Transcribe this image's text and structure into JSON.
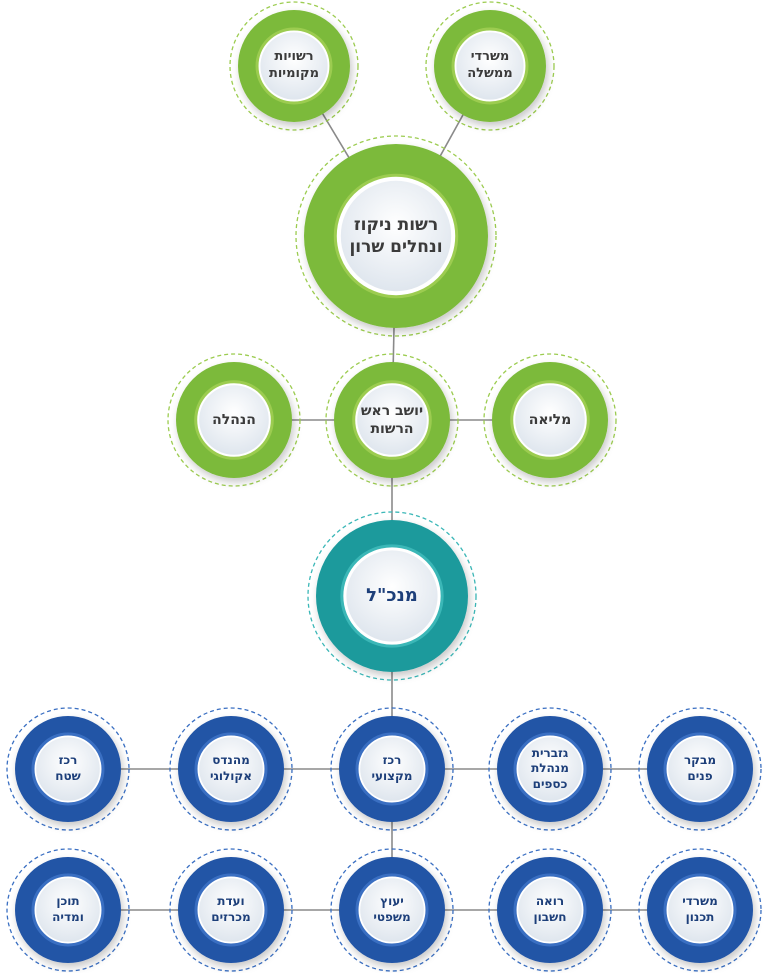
{
  "nodes": {
    "misrdei_memshala": {
      "label": "משרדי\nממשלה",
      "color": "green"
    },
    "reshuyot_mekomiyot": {
      "label": "רשויות\nמקומיות",
      "color": "green"
    },
    "rashut": {
      "label": "רשות ניקוז\nונחלים שרון",
      "color": "green"
    },
    "hanhala": {
      "label": "הנהלה",
      "color": "green"
    },
    "yoshev_rosh": {
      "label": "יושב ראש\nהרשות",
      "color": "green"
    },
    "melia": {
      "label": "מליאה",
      "color": "green"
    },
    "mankal": {
      "label": "מנכ\"ל",
      "color": "teal"
    },
    "rakaz_shetach": {
      "label": "רכז\nשטח",
      "color": "blue"
    },
    "mehandes_ekologi": {
      "label": "מהנדס\nאקולוגי",
      "color": "blue"
    },
    "rakaz_miktzoi": {
      "label": "רכז\nמקצועי",
      "color": "blue"
    },
    "gizbarit": {
      "label": "גזברית\nמנהלת\nכספים",
      "color": "blue"
    },
    "mevaker_pnim": {
      "label": "מבקר\nפנים",
      "color": "blue"
    },
    "tochen_media": {
      "label": "תוכן\nומדיה",
      "color": "blue"
    },
    "vaadat_michrazim": {
      "label": "ועדת\nמכרזים",
      "color": "blue"
    },
    "yeutz_mishpati": {
      "label": "יעוץ\nמשפטי",
      "color": "blue"
    },
    "roe_cheshbon": {
      "label": "רואה\nחשבון",
      "color": "blue"
    },
    "misrdei_tichnun": {
      "label": "משרדי\nתכנון",
      "color": "blue"
    }
  },
  "colors": {
    "green_outer": "#7cba3b",
    "green_ring": "#9ccc50",
    "teal_outer": "#1a9a9c",
    "teal_ring": "#3bb7b7",
    "blue_outer": "#2254a6",
    "blue_ring": "#3a6fc2",
    "inner_fill": "#eef2f6",
    "connector": "#8a8a8a"
  }
}
